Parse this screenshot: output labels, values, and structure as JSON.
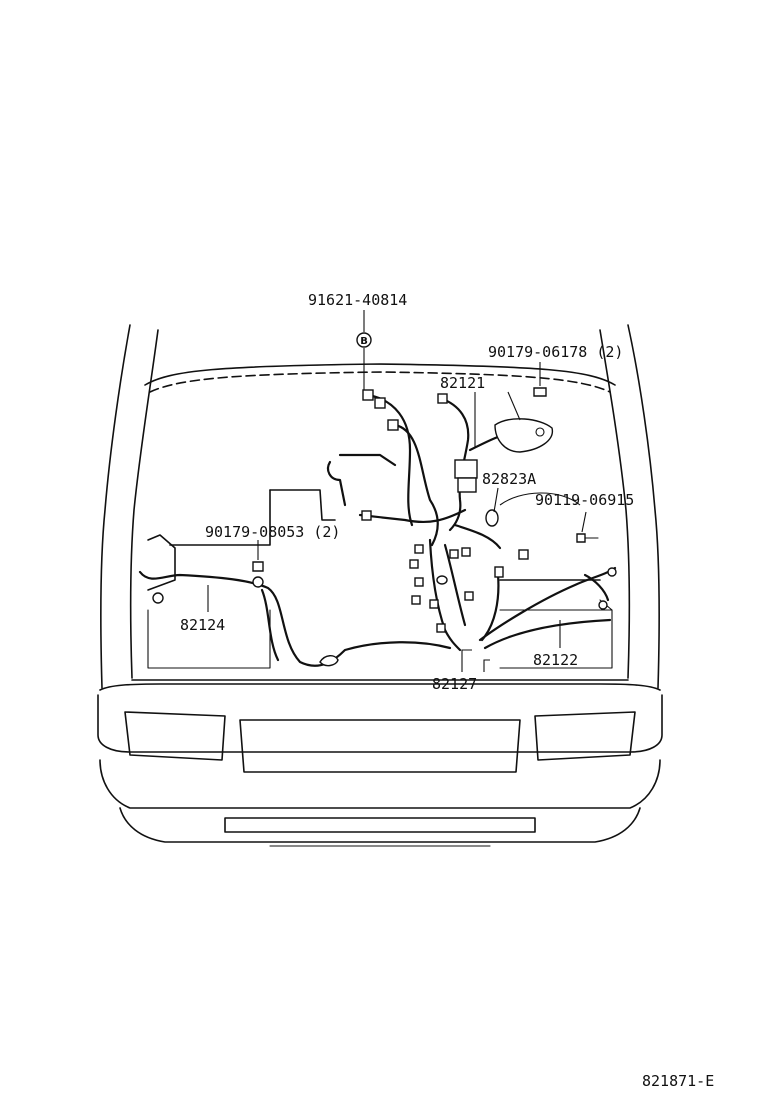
{
  "labels": {
    "p91621": "91621-40814",
    "p90179a": "90179-06178 (2)",
    "p82121": "82121",
    "p82823a": "82823A",
    "p90119": "90119-06915",
    "p90179b": "90179-08053 (2)",
    "p82124": "82124",
    "p82122": "82122",
    "p82127": "82127",
    "figure_code": "821871-E",
    "callout_b": "B"
  }
}
